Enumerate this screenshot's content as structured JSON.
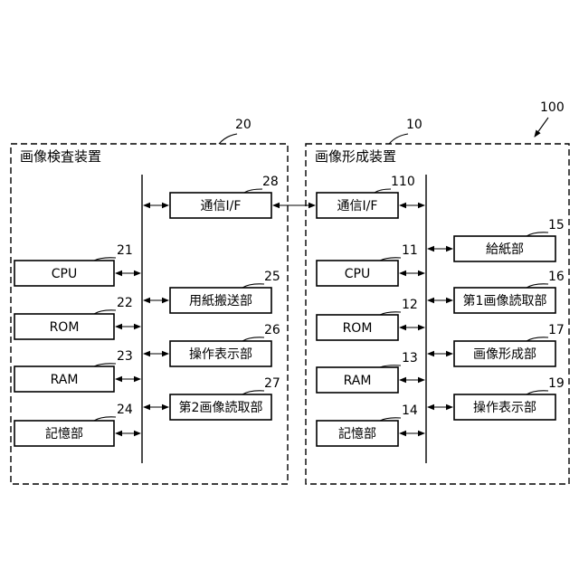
{
  "figure_ref": "100",
  "inspection": {
    "ref": "20",
    "title": "画像検査装置",
    "modules": {
      "comm_if": {
        "label": "通信I/F",
        "ref": "28"
      },
      "cpu": {
        "label": "CPU",
        "ref": "21"
      },
      "rom": {
        "label": "ROM",
        "ref": "22"
      },
      "ram": {
        "label": "RAM",
        "ref": "23"
      },
      "storage": {
        "label": "記憶部",
        "ref": "24"
      },
      "paper_transport": {
        "label": "用紙搬送部",
        "ref": "25"
      },
      "operation_display": {
        "label": "操作表示部",
        "ref": "26"
      },
      "second_reader": {
        "label": "第2画像読取部",
        "ref": "27"
      }
    }
  },
  "forming": {
    "ref": "10",
    "title": "画像形成装置",
    "modules": {
      "comm_if": {
        "label": "通信I/F",
        "ref": "110"
      },
      "cpu": {
        "label": "CPU",
        "ref": "11"
      },
      "rom": {
        "label": "ROM",
        "ref": "12"
      },
      "ram": {
        "label": "RAM",
        "ref": "13"
      },
      "storage": {
        "label": "記憶部",
        "ref": "14"
      },
      "paper_feed": {
        "label": "給紙部",
        "ref": "15"
      },
      "first_reader": {
        "label": "第1画像読取部",
        "ref": "16"
      },
      "image_forming": {
        "label": "画像形成部",
        "ref": "17"
      },
      "operation_display": {
        "label": "操作表示部",
        "ref": "19"
      }
    }
  }
}
